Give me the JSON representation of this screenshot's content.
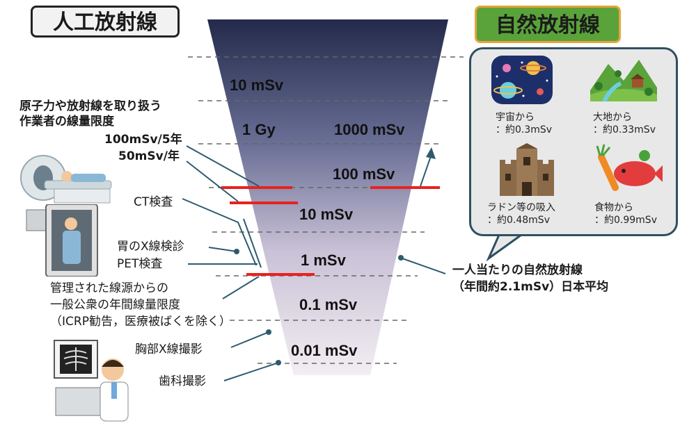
{
  "headers": {
    "artificial": "人工放射線",
    "natural": "自然放射線"
  },
  "funnel_levels": [
    {
      "text": "10 mSv"
    },
    {
      "text": "1 Gy"
    },
    {
      "text": "1000 mSv"
    },
    {
      "text": "100 mSv"
    },
    {
      "text": "10 mSv"
    },
    {
      "text": "1 mSv"
    },
    {
      "text": "0.1 mSv"
    },
    {
      "text": "0.01 mSv"
    }
  ],
  "left_labels": {
    "worker_limit_line1": "原子力や放射線を取り扱う",
    "worker_limit_line2": "作業者の線量限度",
    "per5y": "100mSv/5年",
    "per1y": "50mSv/年",
    "ct": "CT検査",
    "stomach": "胃のX線検診",
    "pet": "PET検査",
    "public_line1": "管理された線源からの",
    "public_line2": "一般公衆の年間線量限度",
    "public_line3": "（ICRP勧告，医療被ばくを除く）",
    "chest": "胸部X線撮影",
    "dental": "歯科撮影"
  },
  "natural_sources": {
    "cosmic_title": "宇宙から",
    "cosmic_value": "：約0.3mSv",
    "earth_title": "大地から",
    "earth_value": "：約0.33mSv",
    "radon_title": "ラドン等の吸入",
    "radon_value": "：約0.48mSv",
    "food_title": "食物から",
    "food_value": "：約0.99mSv"
  },
  "natural_total": {
    "line1": "一人当たりの自然放射線",
    "line2": "（年間約2.1mSv）日本平均"
  },
  "colors": {
    "funnel_top": "#232a4a",
    "funnel_bottom": "#efe9ef",
    "limit_line": "#e8221e",
    "pointer": "#2e5a6f",
    "natural_header": "#5aa33a"
  }
}
